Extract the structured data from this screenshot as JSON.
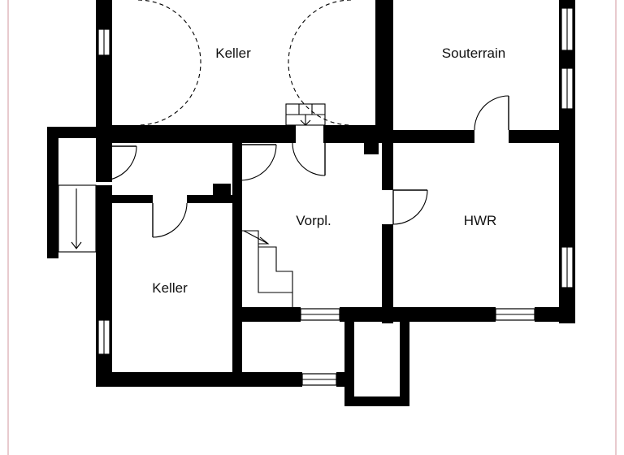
{
  "plan": {
    "rooms": [
      {
        "id": "keller-north",
        "label": "Keller"
      },
      {
        "id": "souterrain",
        "label": "Souterrain"
      },
      {
        "id": "vorplatz",
        "label": "Vorpl."
      },
      {
        "id": "hwr",
        "label": "HWR"
      },
      {
        "id": "keller-south",
        "label": "Keller"
      }
    ]
  },
  "colors": {
    "wall": "#000000",
    "frame": "#d9a7ad",
    "background": "#ffffff"
  }
}
